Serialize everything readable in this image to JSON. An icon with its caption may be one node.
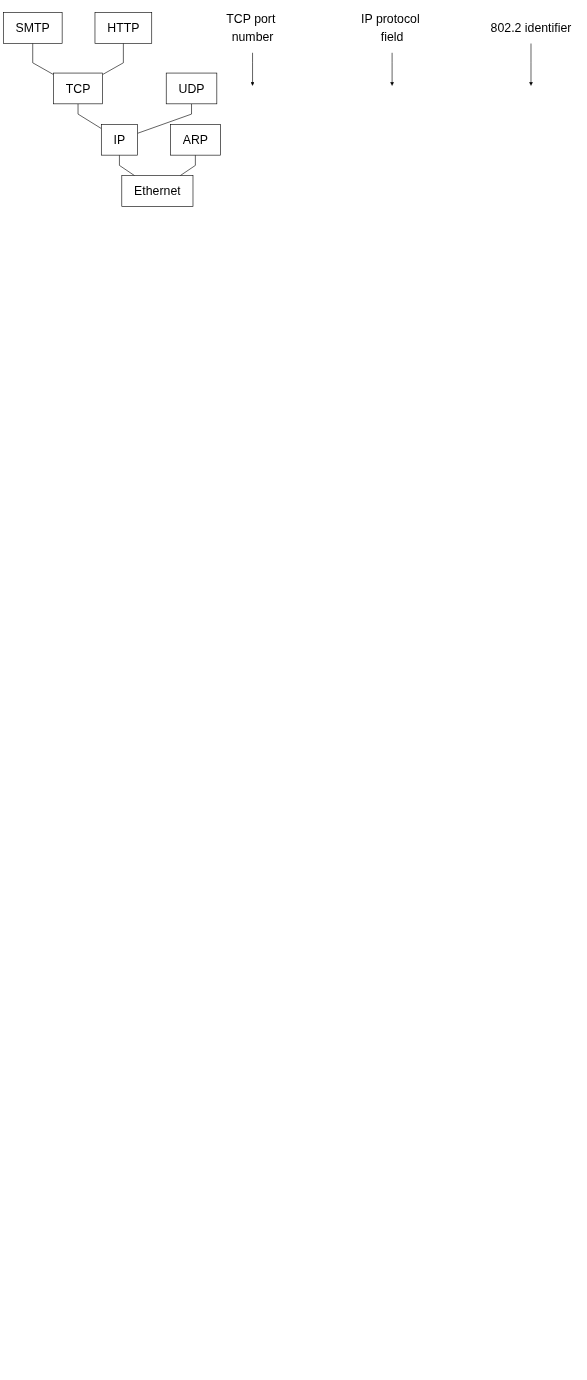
{
  "diagram": {
    "nodes": [
      {
        "text": [
          "SMTP"
        ]
      },
      {
        "text": [
          "HTTP"
        ]
      },
      {
        "text": [
          "TCP"
        ]
      },
      {
        "text": [
          "UDP"
        ]
      },
      {
        "text": [
          "IP"
        ]
      },
      {
        "text": [
          "ARP"
        ]
      },
      {
        "text": [
          "Ethernet"
        ]
      },
      {
        "text": [
          "TCP port number"
        ]
      },
      {
        "text": [
          "IP protocol field"
        ]
      },
      {
        "text": [
          "802.2 identifier"
        ]
      }
    ],
    "edges": [
      {
        "from": 0,
        "to": 2,
        "arrow": "none"
      },
      {
        "from": 1,
        "to": 2,
        "arrow": "none"
      },
      {
        "from": 2,
        "to": 4,
        "arrow": "none"
      },
      {
        "from": 3,
        "to": 4,
        "arrow": "none"
      },
      {
        "from": 4,
        "to": 6,
        "arrow": "none"
      },
      {
        "from": 5,
        "to": 6,
        "arrow": "none"
      },
      {
        "from": 7,
        "to": null,
        "arrow": "to"
      },
      {
        "from": 8,
        "to": null,
        "arrow": "to"
      },
      {
        "from": 9,
        "to": null,
        "arrow": "to"
      }
    ]
  }
}
